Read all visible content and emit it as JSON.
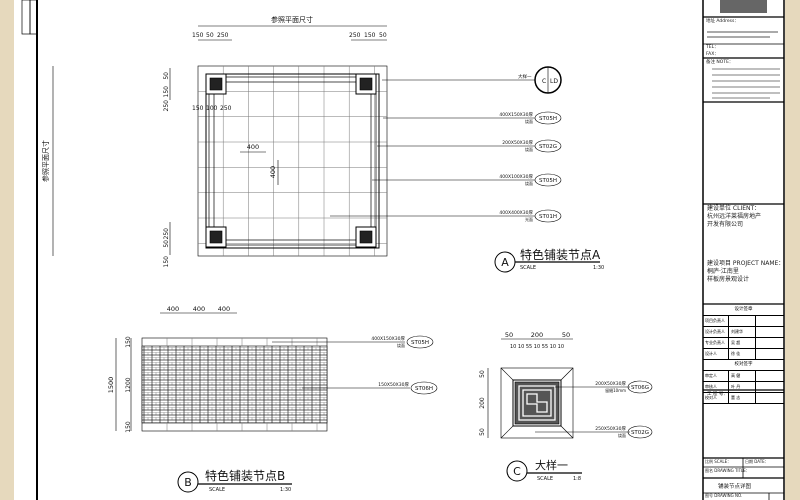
{
  "plan_a": {
    "top_dim_label": "参照平面尺寸",
    "side_dim_label": "参照平面尺寸",
    "dims_top_left": [
      "150",
      "50",
      "250"
    ],
    "dims_top_right": [
      "250",
      "150",
      "50"
    ],
    "dims_inner": [
      "150",
      "100",
      "250"
    ],
    "dims_left_top": [
      "50",
      "150",
      "250"
    ],
    "dims_left_bottom": [
      "250",
      "50",
      "150"
    ],
    "grid_dim_h": "400",
    "grid_dim_v": "400",
    "callouts": [
      {
        "spec": "大样一",
        "code": "C",
        "sheet": "LD"
      },
      {
        "spec": "400X150X30厚",
        "sub": "烧面",
        "code": "ST05H"
      },
      {
        "spec": "200X50X30厚",
        "sub": "烧面",
        "code": "ST02G"
      },
      {
        "spec": "400X100X30厚",
        "sub": "烧面",
        "code": "ST05H"
      },
      {
        "spec": "400X400X30厚",
        "sub": "光面",
        "code": "ST01H"
      }
    ],
    "title": {
      "marker": "A",
      "name": "特色铺装节点A",
      "scale_label": "SCALE",
      "scale": "1:30"
    }
  },
  "plan_b": {
    "top_dims": [
      "400",
      "400",
      "400"
    ],
    "left_dims": [
      "150",
      "1200",
      "150"
    ],
    "overall": "1500",
    "callouts": [
      {
        "spec": "400X150X30厚",
        "sub": "烧面",
        "code": "ST05H"
      },
      {
        "spec": "150X50X30厚",
        "code": "ST06H"
      }
    ],
    "title": {
      "marker": "B",
      "name": "特色铺装节点B",
      "scale_label": "SCALE",
      "scale": "1:30"
    }
  },
  "detail_c": {
    "top_dims": [
      "50",
      "200",
      "50"
    ],
    "sub_dims": "10 10 55 10 55 10 10",
    "left_dims": [
      "50",
      "200",
      "50"
    ],
    "callouts": [
      {
        "spec": "200X50X30厚",
        "sub": "留缝10mm",
        "code": "ST06G"
      },
      {
        "spec": "250X50X30厚",
        "sub": "烧面",
        "code": "ST02G"
      }
    ],
    "title": {
      "marker": "C",
      "name": "大样一",
      "scale_label": "SCALE",
      "scale": "1:8"
    }
  },
  "title_block": {
    "address_label": "地址 Address：",
    "tel": "TEL：",
    "fax": "FAX：",
    "note_label": "备注 NOTE：",
    "client_label": "建设单位 CLIENT：",
    "client_lines": [
      "杭州远洋莱福房地产",
      "开发有限公司"
    ],
    "project_label": "建设项目 PROJECT NAME：",
    "project_lines": [
      "桐庐·江南里",
      "样板房景观设计"
    ],
    "design_header": "设计签章",
    "check_header": "校对签字",
    "rows": [
      "项目负责人",
      "设计负责人",
      "专业负责人",
      "设计人",
      "审定人",
      "审核人",
      "校对人"
    ],
    "row_values": [
      "",
      "刘建华",
      "吴 超",
      "徐 佳",
      "高 健",
      "叶 丹",
      "董 志"
    ],
    "work_no": "工 程 号：",
    "scale": "比例 SCALE：",
    "date": "日期 DATE：",
    "drawing_title_label": "图名 DRAWING TITLE：",
    "drawing_title": "铺装节点详图",
    "drawing_no": "图号 DRAWING NO."
  }
}
